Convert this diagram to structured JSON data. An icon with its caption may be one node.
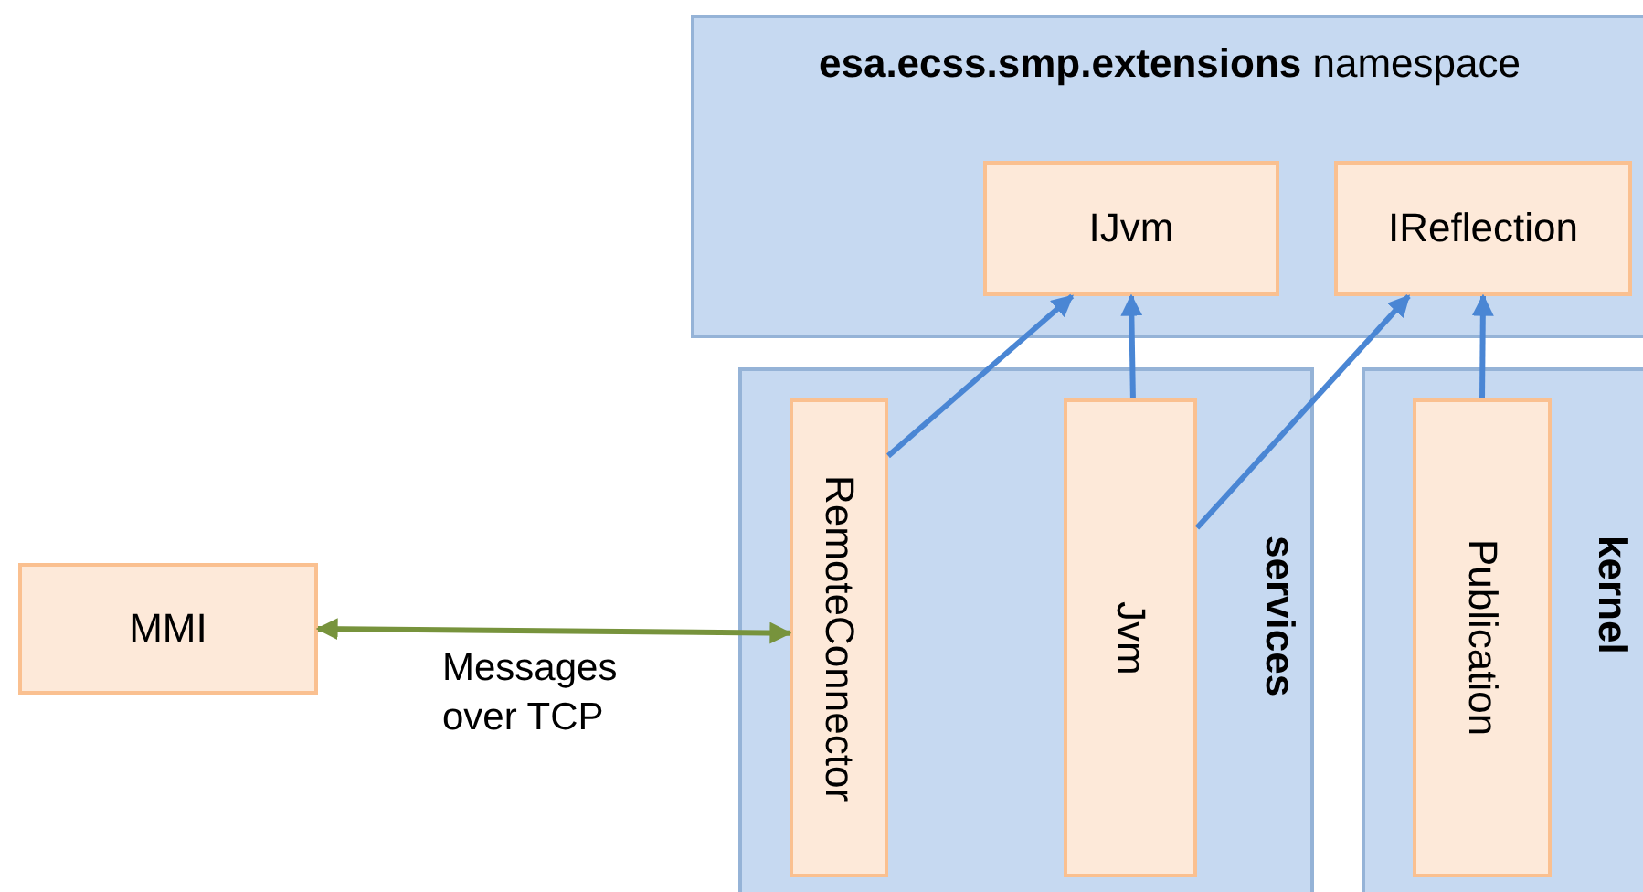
{
  "diagram": {
    "nodes": [
      {
        "text": [
          "**esa.ecss.smp.extensions** namespace"
        ]
      },
      {
        "text": [
          "IJvm"
        ],
        "in": 0
      },
      {
        "text": [
          "IReflection"
        ],
        "in": 0
      },
      {
        "text": [
          "services"
        ]
      },
      {
        "text": [
          "RemoteConnector"
        ],
        "in": 3
      },
      {
        "text": [
          "Jvm"
        ],
        "in": 3
      },
      {
        "text": [
          "kernel"
        ]
      },
      {
        "text": [
          "Publication"
        ],
        "in": 6
      },
      {
        "text": [
          "MMI"
        ]
      }
    ],
    "edges": [
      {
        "from": 4,
        "to": 1,
        "arrow": "to"
      },
      {
        "from": 5,
        "to": 1,
        "arrow": "to"
      },
      {
        "from": 5,
        "to": 2,
        "arrow": "to"
      },
      {
        "from": 7,
        "to": 2,
        "arrow": "to"
      },
      {
        "from": 8,
        "to": 4,
        "arrow": "both",
        "label": "Messages over TCP",
        "color": "#77933c"
      }
    ]
  }
}
